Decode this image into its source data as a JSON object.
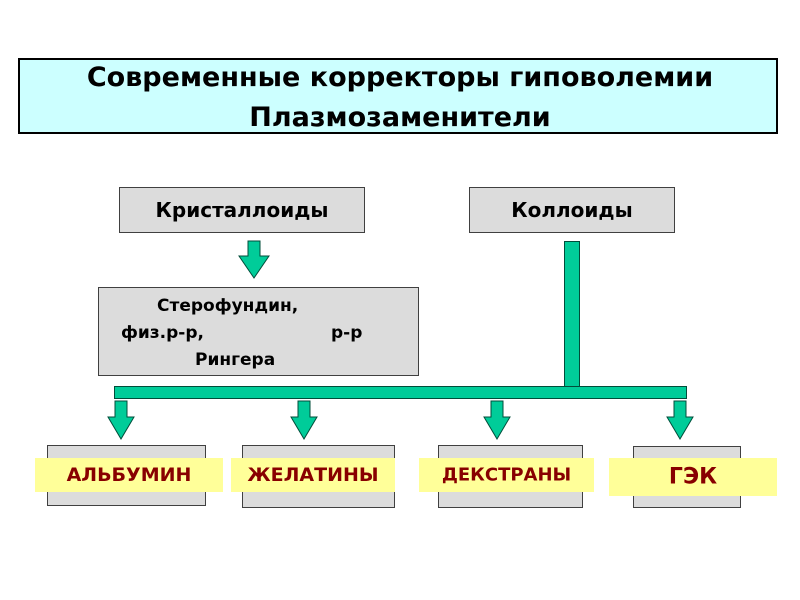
{
  "title": {
    "line1": "Современные корректоры гиповолемии",
    "line2": "Плазмозаменители"
  },
  "categories": {
    "crystalloids": "Кристаллоиды",
    "colloids": "Коллоиды"
  },
  "crystalloid_solutions": {
    "line1": "Стерофундин,",
    "line2_a": "физ.р-р,",
    "line2_b": "р-р",
    "line3": "Рингера"
  },
  "colloid_types": [
    "АЛЬБУМИН",
    "ЖЕЛАТИНЫ",
    "ДЕКСТРАНЫ",
    "ГЭК"
  ],
  "colors": {
    "title_background": "#ccffff",
    "box_background": "#dcdcdc",
    "connector": "#00cc99",
    "highlight": "#ffff99",
    "highlight_text": "#880000"
  }
}
